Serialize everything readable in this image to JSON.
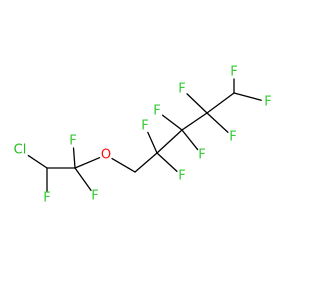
{
  "colors": {
    "background": "#ffffff",
    "bond": "#000000",
    "F": "#33cc33",
    "Cl": "#1fbf1f",
    "O": "#ff0d0d"
  },
  "atoms": [
    {
      "id": "a-cl",
      "label": "Cl",
      "color": "Cl"
    },
    {
      "id": "a-c1",
      "label": ""
    },
    {
      "id": "a-f1",
      "label": "F",
      "color": "F"
    },
    {
      "id": "a-c2",
      "label": ""
    },
    {
      "id": "a-f2",
      "label": "F",
      "color": "F"
    },
    {
      "id": "a-f3",
      "label": "F",
      "color": "F"
    },
    {
      "id": "a-o",
      "label": "O",
      "color": "O"
    },
    {
      "id": "a-c3",
      "label": ""
    },
    {
      "id": "a-c4",
      "label": ""
    },
    {
      "id": "a-f4",
      "label": "F",
      "color": "F"
    },
    {
      "id": "a-f5",
      "label": "F",
      "color": "F"
    },
    {
      "id": "a-c5",
      "label": ""
    },
    {
      "id": "a-f6",
      "label": "F",
      "color": "F"
    },
    {
      "id": "a-f7",
      "label": "F",
      "color": "F"
    },
    {
      "id": "a-c6",
      "label": ""
    },
    {
      "id": "a-f8",
      "label": "F",
      "color": "F"
    },
    {
      "id": "a-f9",
      "label": "F",
      "color": "F"
    },
    {
      "id": "a-c7",
      "label": ""
    },
    {
      "id": "a-f10",
      "label": "F",
      "color": "F"
    },
    {
      "id": "a-f11",
      "label": "F",
      "color": "F"
    }
  ],
  "bonds": [
    [
      "a-cl",
      "a-c1"
    ],
    [
      "a-c1",
      "a-f1"
    ],
    [
      "a-c1",
      "a-c2"
    ],
    [
      "a-c2",
      "a-f2"
    ],
    [
      "a-c2",
      "a-f3"
    ],
    [
      "a-c2",
      "a-o"
    ],
    [
      "a-o",
      "a-c3"
    ],
    [
      "a-c3",
      "a-c4"
    ],
    [
      "a-c4",
      "a-f4"
    ],
    [
      "a-c4",
      "a-f5"
    ],
    [
      "a-c4",
      "a-c5"
    ],
    [
      "a-c5",
      "a-f6"
    ],
    [
      "a-c5",
      "a-f7"
    ],
    [
      "a-c5",
      "a-c6"
    ],
    [
      "a-c6",
      "a-f8"
    ],
    [
      "a-c6",
      "a-f9"
    ],
    [
      "a-c6",
      "a-c7"
    ],
    [
      "a-c7",
      "a-f10"
    ],
    [
      "a-c7",
      "a-f11"
    ]
  ]
}
